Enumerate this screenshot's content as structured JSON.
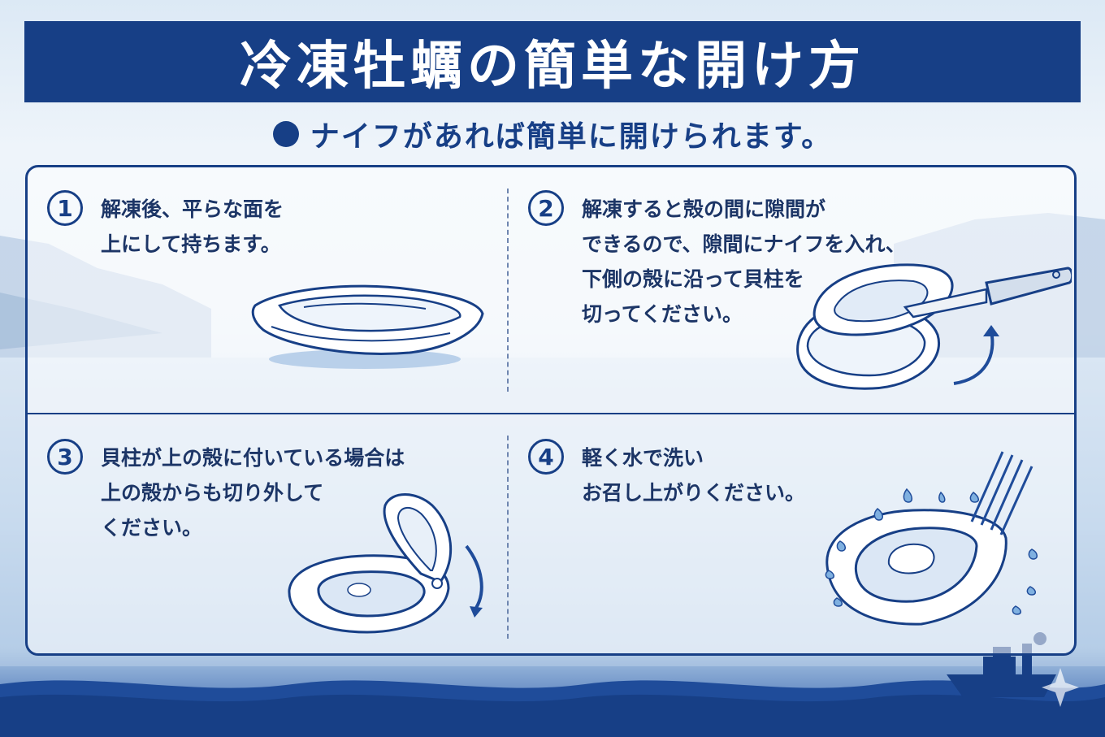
{
  "title": "冷凍牡蠣の簡単な開け方",
  "subtitle": "ナイフがあれば簡単に開けられます。",
  "steps": [
    {
      "number": "1",
      "lines": [
        "解凍後、平らな面を",
        "上にして持ちます。"
      ]
    },
    {
      "number": "2",
      "lines": [
        "解凍すると殻の間に隙間が",
        "できるので、隙間にナイフを入れ、",
        "下側の殻に沿って貝柱を",
        "切ってください。"
      ]
    },
    {
      "number": "3",
      "lines": [
        "貝柱が上の殻に付いている場合は",
        "上の殻からも切り外して",
        "ください。"
      ]
    },
    {
      "number": "4",
      "lines": [
        "軽く水で洗い",
        "お召し上がりください。"
      ]
    }
  ],
  "colors": {
    "navy": "#173f86",
    "text": "#1c3566",
    "sea": "#2b5aa8"
  }
}
